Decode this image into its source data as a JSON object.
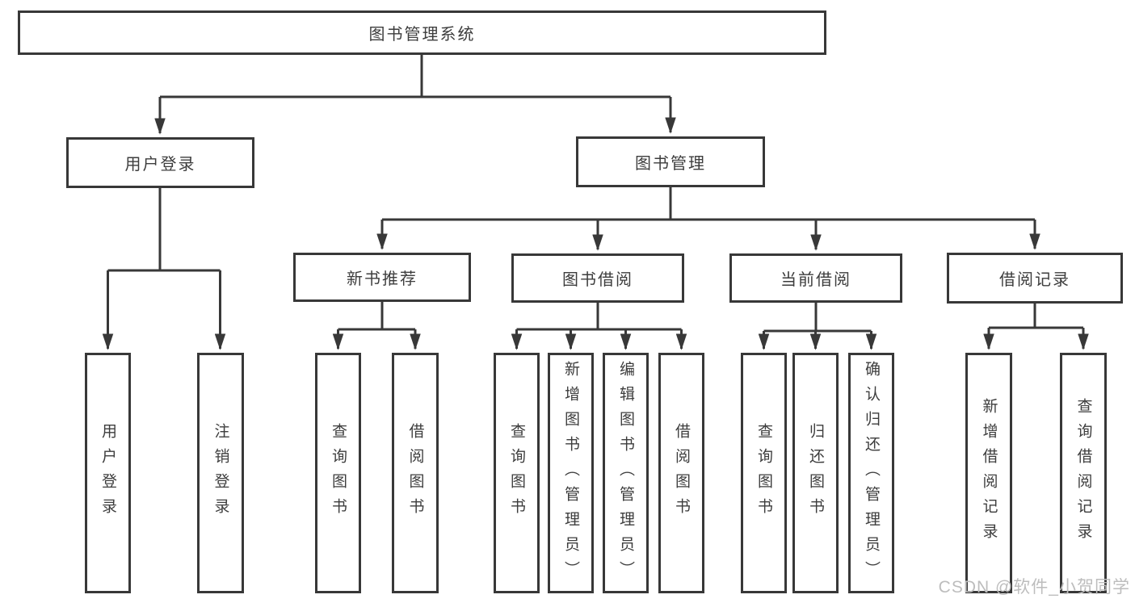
{
  "diagram": {
    "title": "图书管理系统",
    "level2": {
      "user_login": "用户登录",
      "book_mgmt": "图书管理"
    },
    "level3": {
      "new_books": "新书推荐",
      "book_borrow": "图书借阅",
      "current_borrow": "当前借阅",
      "borrow_records": "借阅记录"
    },
    "leaves": {
      "login": [
        "用户登录",
        "注销登录"
      ],
      "new_books": [
        "查询图书",
        "借阅图书"
      ],
      "book_borrow": [
        "查询图书",
        "新增图书（管理员）",
        "编辑图书（管理员）",
        "借阅图书"
      ],
      "current_borrow": [
        "查询图书",
        "归还图书",
        "确认归还（管理员）"
      ],
      "borrow_records": [
        "新增借阅记录",
        "查询借阅记录"
      ]
    },
    "watermark": "CSDN @软件_小贺同学",
    "colors": {
      "line": "#383838",
      "text": "#3d3d3d",
      "watermark": "#bdbdbd",
      "background": "#ffffff"
    }
  }
}
